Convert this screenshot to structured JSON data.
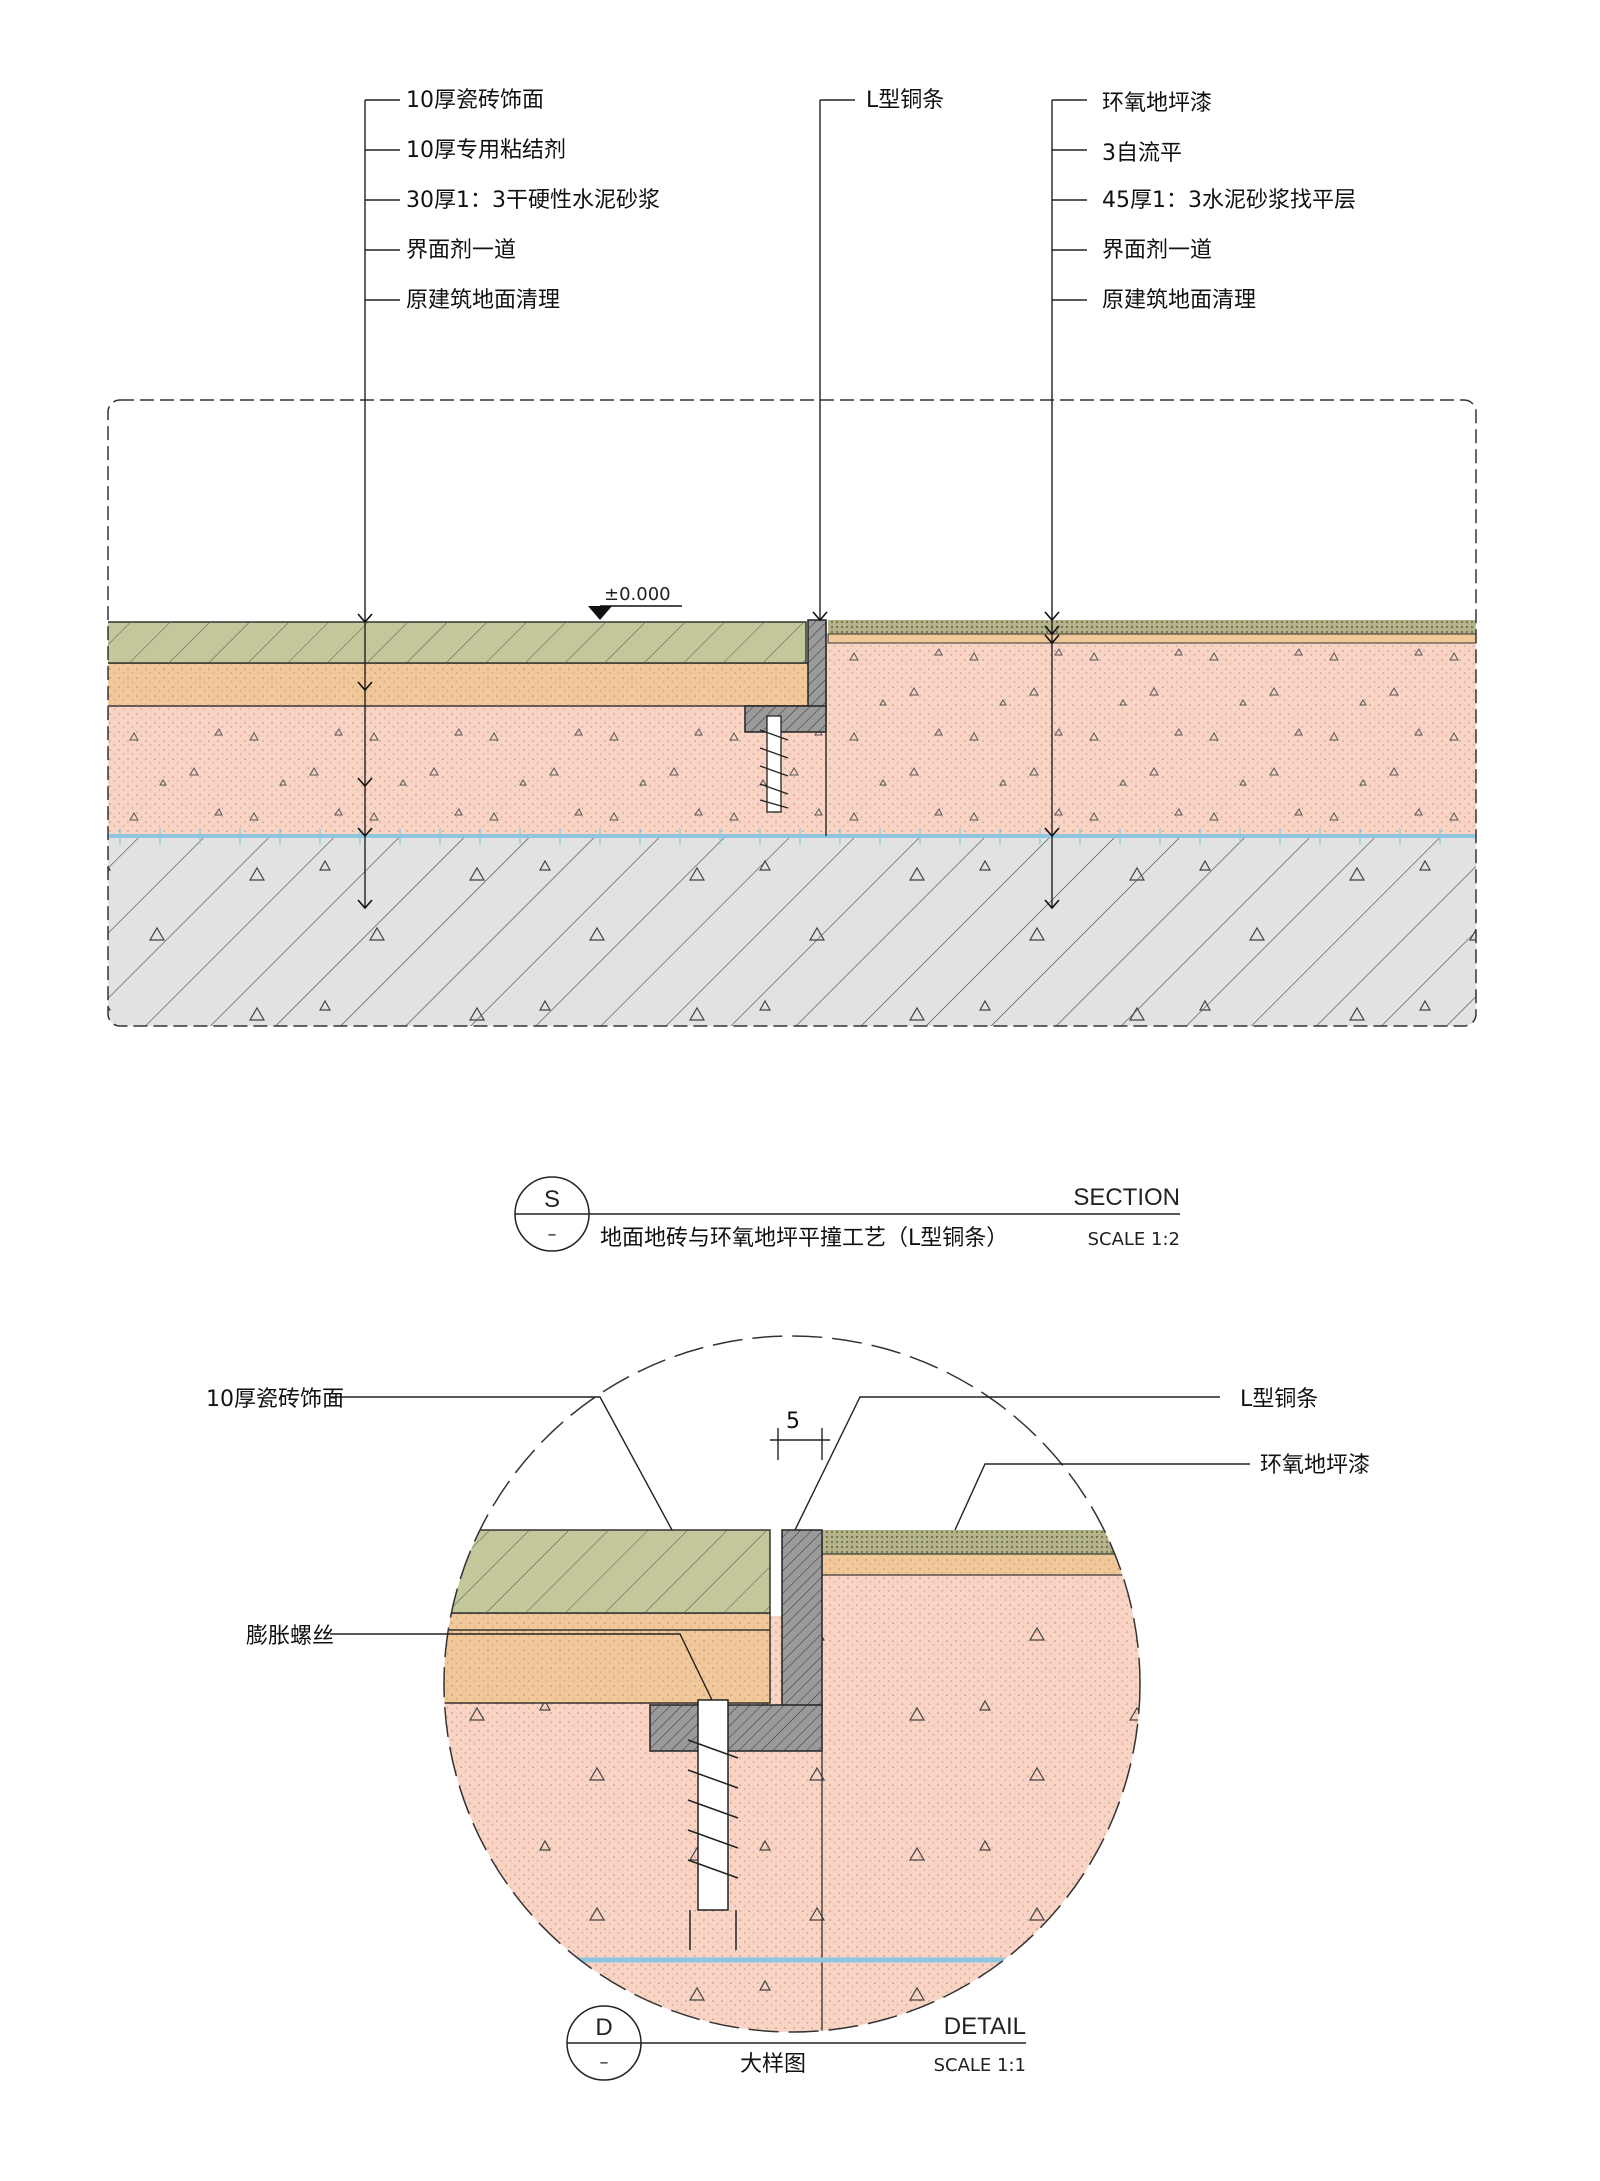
{
  "section": {
    "left_callouts": [
      "10厚瓷砖饰面",
      "10厚专用粘结剂",
      "30厚1：3干硬性水泥砂浆",
      "界面剂一道",
      "原建筑地面清理"
    ],
    "middle_callout": "L型铜条",
    "right_callouts": [
      "环氧地坪漆",
      "3自流平",
      "45厚1：3水泥砂浆找平层",
      "界面剂一道",
      "原建筑地面清理"
    ],
    "elevation_mark": "±0.000",
    "symbol_letter": "S",
    "symbol_sub": "–",
    "type_label": "SECTION",
    "title": "地面地砖与环氧地坪平撞工艺（L型铜条）",
    "scale": "SCALE 1:2"
  },
  "detail": {
    "label_tile": "10厚瓷砖饰面",
    "label_copper": "L型铜条",
    "label_epoxy": "环氧地坪漆",
    "label_bolt": "膨胀螺丝",
    "dimension": "5",
    "symbol_letter": "D",
    "symbol_sub": "–",
    "type_label": "DETAIL",
    "title": "大样图",
    "scale": "SCALE 1:1"
  },
  "colors": {
    "tile": "#c4c79a",
    "adhesive": "#f1c89a",
    "mortar": "#f9d3c3",
    "concrete": "#e2e2e2",
    "membrane": "#8ec6e0",
    "epoxy": "#b7b28e",
    "copper_strip": "#9a9a9a"
  }
}
